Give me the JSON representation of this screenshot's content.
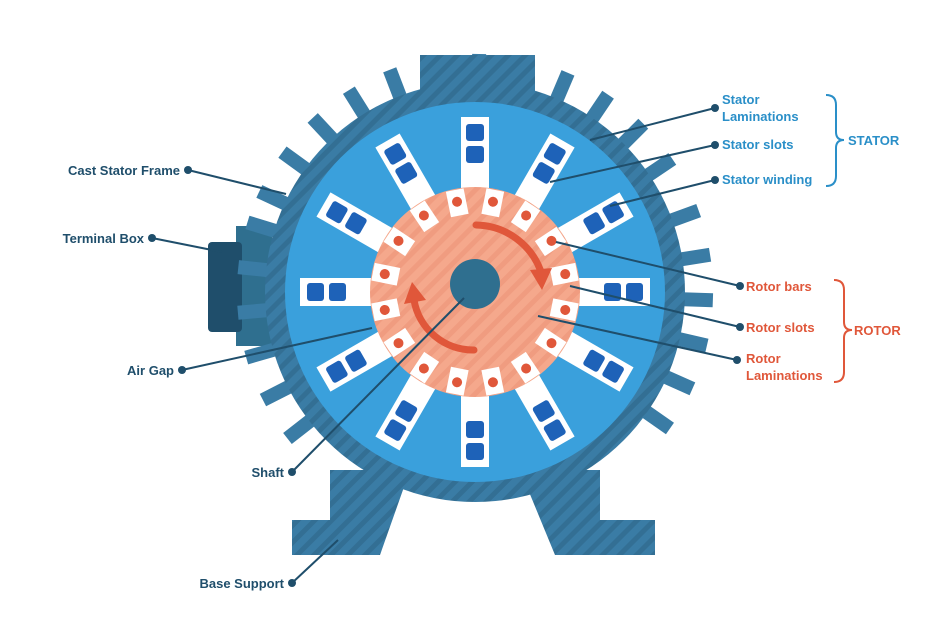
{
  "labels": {
    "cast_stator_frame": "Cast Stator Frame",
    "terminal_box": "Terminal Box",
    "air_gap": "Air Gap",
    "shaft": "Shaft",
    "base_support": "Base Support",
    "stator_laminations_1": "Stator",
    "stator_laminations_2": "Laminations",
    "stator_slots": "Stator slots",
    "stator_winding": "Stator winding",
    "rotor_bars": "Rotor bars",
    "rotor_slots": "Rotor slots",
    "rotor_laminations_1": "Rotor",
    "rotor_laminations_2": "Laminations"
  },
  "groups": {
    "stator": "STATOR",
    "rotor": "ROTOR"
  },
  "colors": {
    "frame": "#3a7ca5",
    "frame_stripe": "#336f94",
    "stator_core": "#3aa0dc",
    "winding": "#1e62b8",
    "rotor": "#f5a88c",
    "rotor_bar": "#e0573a",
    "shaft": "#2f6f8f",
    "dark_label": "#1f4e6b",
    "stator_label": "#2a8fc8",
    "rotor_label": "#e0573a"
  },
  "counts": {
    "stator_slots": 12,
    "rotor_bars": 16
  }
}
